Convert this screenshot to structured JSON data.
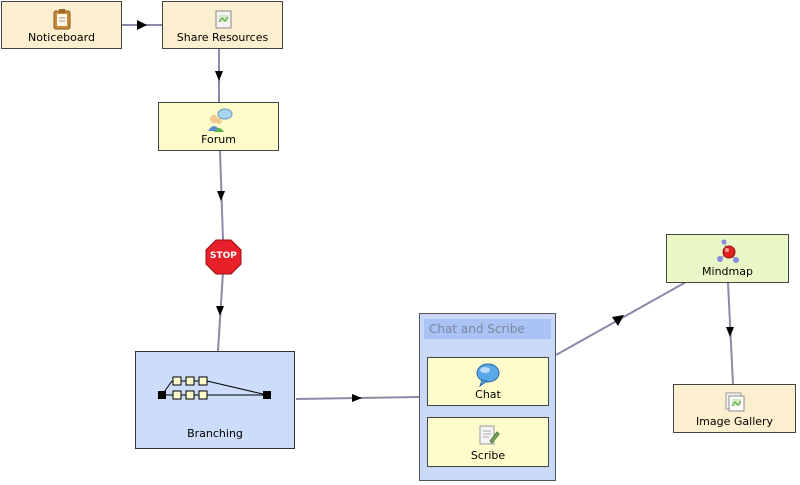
{
  "nodes": {
    "noticeboard": {
      "label": "Noticeboard",
      "icon": "noticeboard-icon"
    },
    "share_resources": {
      "label": "Share Resources",
      "icon": "share-resources-icon"
    },
    "forum": {
      "label": "Forum",
      "icon": "forum-icon"
    },
    "stop": {
      "label": "STOP",
      "icon": "stop-sign-icon"
    },
    "branching": {
      "label": "Branching",
      "icon": "branching-icon"
    },
    "chat_and_scribe": {
      "title": "Chat and Scribe",
      "children": [
        {
          "label": "Chat",
          "icon": "chat-icon"
        },
        {
          "label": "Scribe",
          "icon": "scribe-icon"
        }
      ]
    },
    "mindmap": {
      "label": "Mindmap",
      "icon": "mindmap-icon"
    },
    "image_gallery": {
      "label": "Image Gallery",
      "icon": "image-gallery-icon"
    }
  },
  "colors": {
    "connector": "#8a8aa8",
    "cream_node": "#fcefcf",
    "yellow_node": "#fefccb",
    "green_node": "#eaf8c8",
    "blue_node": "#ccdcfa",
    "stop_red": "#e8202a"
  }
}
